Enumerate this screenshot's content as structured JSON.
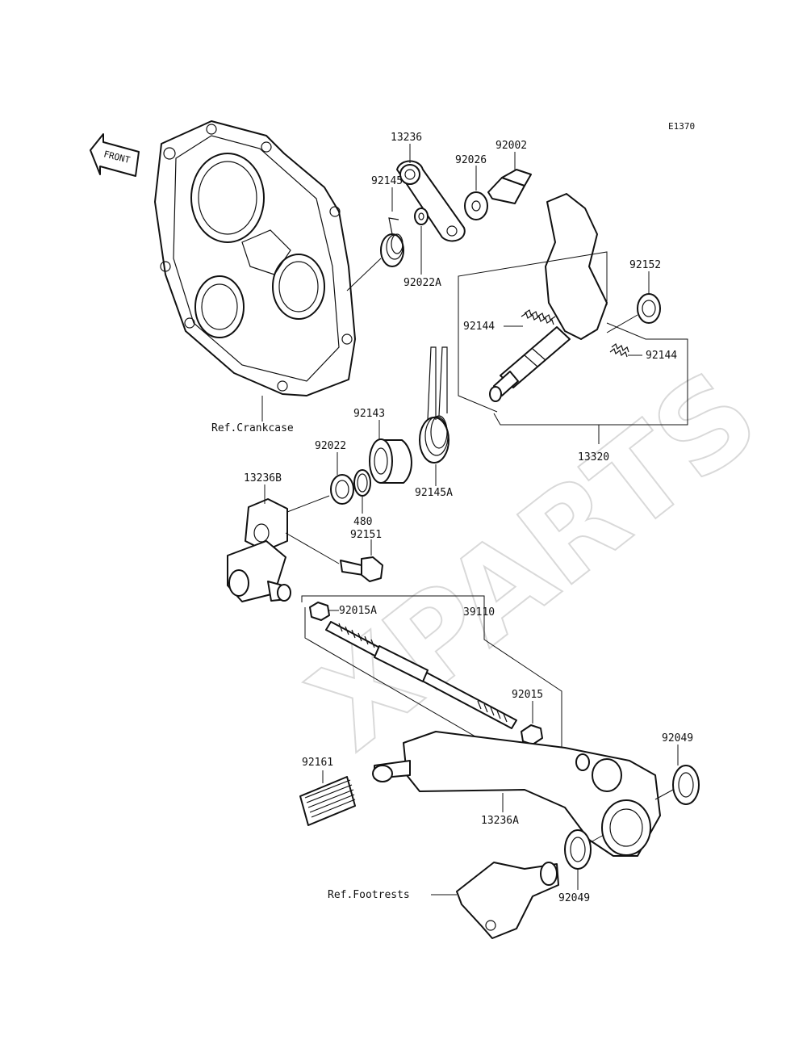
{
  "diagram_code": "E1370",
  "watermark": "XPARTS",
  "front_arrow_text": "FRONT",
  "refs": {
    "crankcase": "Ref.Crankcase",
    "footrests": "Ref.Footrests"
  },
  "parts": {
    "p13236": "13236",
    "p92026": "92026",
    "p92002": "92002",
    "p92145": "92145",
    "p92022A": "92022A",
    "p92152": "92152",
    "p92144_a": "92144",
    "p92144_b": "92144",
    "p92143": "92143",
    "p92022": "92022",
    "p13236B": "13236B",
    "p480": "480",
    "p92145A": "92145A",
    "p13320": "13320",
    "p92151": "92151",
    "p92015A": "92015A",
    "p39110": "39110",
    "p92015": "92015",
    "p92049_a": "92049",
    "p92161": "92161",
    "p13236A": "13236A",
    "p92049_b": "92049"
  }
}
